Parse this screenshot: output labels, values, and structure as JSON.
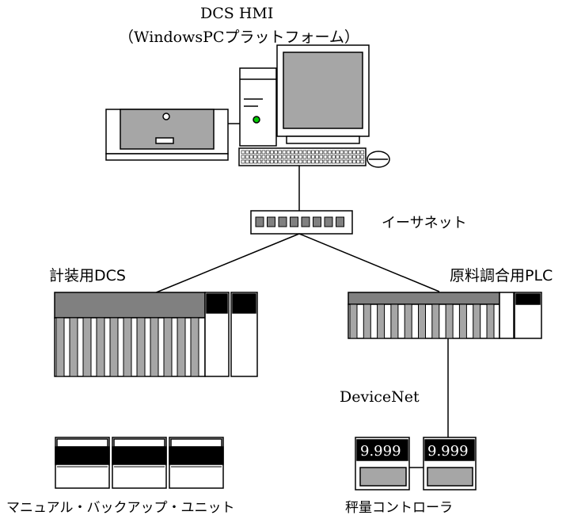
{
  "title": {
    "line1": "DCS HMI",
    "line2": "（WindowsPCプラットフォーム）"
  },
  "labels": {
    "ethernet": "イーサネット",
    "dcs": "計装用DCS",
    "plc": "原料調合用PLC",
    "devicenet": "DeviceNet",
    "manual_backup": "マニュアル・バックアップ・ユニット",
    "weighing": "秤量コントローラ"
  },
  "weighing_displays": [
    "9.999",
    "9.999"
  ],
  "colors": {
    "line": "#000000",
    "panel_gray": "#a6a6a6",
    "panel_dark": "#808080",
    "black": "#000000",
    "power_led": "#00cc00"
  }
}
